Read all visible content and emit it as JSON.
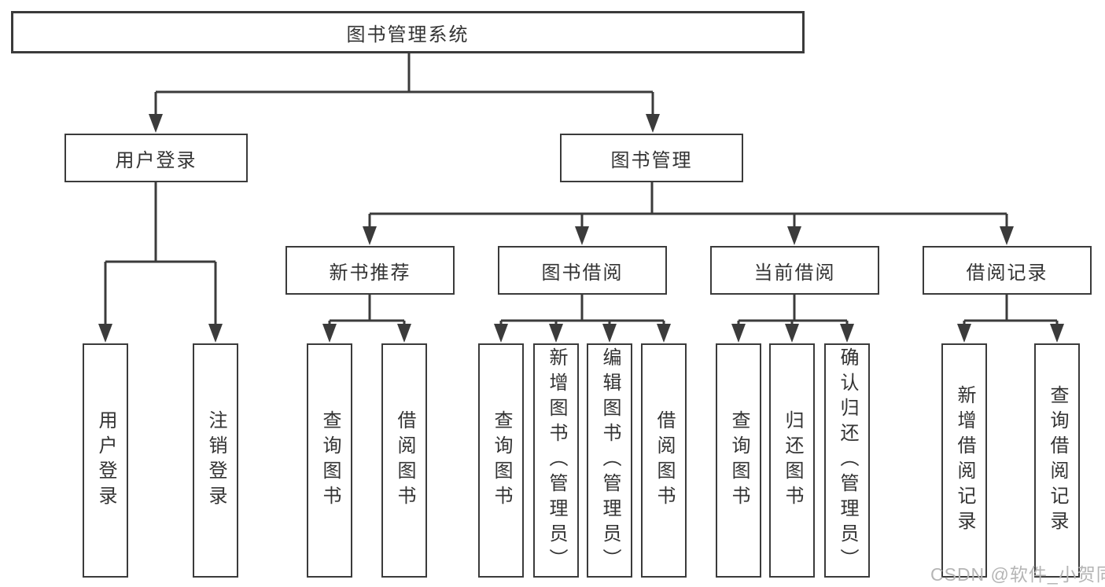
{
  "nodes": {
    "root": "图书管理系统",
    "user_login": "用户登录",
    "book_management": "图书管理",
    "new_book_recommend": "新书推荐",
    "book_borrow": "图书借阅",
    "current_borrow": "当前借阅",
    "borrow_record": "借阅记录",
    "leaf_user_login": "用户登录",
    "leaf_logout": "注销登录",
    "leaf_rec_query_book": "查询图书",
    "leaf_rec_borrow_book": "借阅图书",
    "leaf_bb_query_book": "查询图书",
    "leaf_bb_add_book_admin": "新增图书（管理员）",
    "leaf_bb_edit_book_admin": "编辑图书（管理员）",
    "leaf_bb_borrow_book": "借阅图书",
    "leaf_cb_query_book": "查询图书",
    "leaf_cb_return_book": "归还图书",
    "leaf_cb_confirm_return_admin": "确认归还（管理员）",
    "leaf_br_add_record": "新增借阅记录",
    "leaf_br_query_record": "查询借阅记录"
  },
  "watermark": "CSDN @软件_小贺同学",
  "colors": {
    "line": "#3b3b3b",
    "text": "#333333",
    "watermark": "#b5b5b5",
    "background": "#ffffff"
  }
}
